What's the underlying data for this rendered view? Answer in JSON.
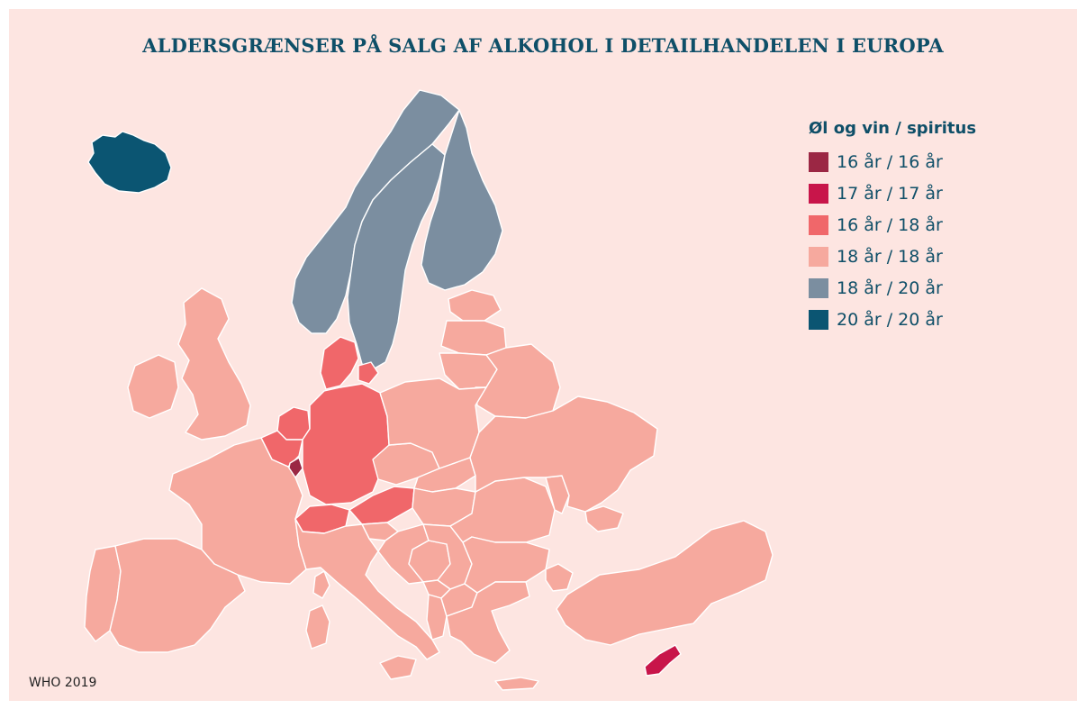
{
  "title": "ALDERSGRÆNSER PÅ SALG AF ALKOHOL I DETAILHANDELEN I EUROPA",
  "legend": {
    "title": "Øl og vin / spiritus",
    "items": [
      {
        "label": "16 år / 16 år",
        "color": "#9b2744"
      },
      {
        "label": "17 år / 17 år",
        "color": "#c8154a"
      },
      {
        "label": "16 år / 18 år",
        "color": "#f0676a"
      },
      {
        "label": "18 år / 18 år",
        "color": "#f6a99e"
      },
      {
        "label": "18 år / 20 år",
        "color": "#7b8ea0"
      },
      {
        "label": "20 år / 20 år",
        "color": "#0b5572"
      }
    ]
  },
  "colors": {
    "background": "#fde5e1",
    "title": "#0f4f68",
    "border": "#ffffff"
  },
  "countries": [
    {
      "name": "Iceland",
      "category": "20 år / 20 år",
      "color": "#0b5572"
    },
    {
      "name": "Norway",
      "category": "18 år / 20 år",
      "color": "#7b8ea0"
    },
    {
      "name": "Sweden",
      "category": "18 år / 20 år",
      "color": "#7b8ea0"
    },
    {
      "name": "Finland",
      "category": "18 år / 20 år",
      "color": "#7b8ea0"
    },
    {
      "name": "Denmark",
      "category": "16 år / 18 år",
      "color": "#f0676a"
    },
    {
      "name": "Germany",
      "category": "16 år / 18 år",
      "color": "#f0676a"
    },
    {
      "name": "Netherlands",
      "category": "16 år / 18 år",
      "color": "#f0676a"
    },
    {
      "name": "Belgium",
      "category": "16 år / 18 år",
      "color": "#f0676a"
    },
    {
      "name": "Switzerland",
      "category": "16 år / 18 år",
      "color": "#f0676a"
    },
    {
      "name": "Austria",
      "category": "16 år / 18 år",
      "color": "#f0676a"
    },
    {
      "name": "Luxembourg",
      "category": "16 år / 16 år",
      "color": "#9b2744"
    },
    {
      "name": "Cyprus",
      "category": "17 år / 17 år",
      "color": "#c8154a"
    },
    {
      "name": "Ireland",
      "category": "18 år / 18 år",
      "color": "#f6a99e"
    },
    {
      "name": "United Kingdom",
      "category": "18 år / 18 år",
      "color": "#f6a99e"
    },
    {
      "name": "France",
      "category": "18 år / 18 år",
      "color": "#f6a99e"
    },
    {
      "name": "Spain",
      "category": "18 år / 18 år",
      "color": "#f6a99e"
    },
    {
      "name": "Portugal",
      "category": "18 år / 18 år",
      "color": "#f6a99e"
    },
    {
      "name": "Italy",
      "category": "18 år / 18 år",
      "color": "#f6a99e"
    },
    {
      "name": "Poland",
      "category": "18 år / 18 år",
      "color": "#f6a99e"
    },
    {
      "name": "Czechia",
      "category": "18 år / 18 år",
      "color": "#f6a99e"
    },
    {
      "name": "Slovakia",
      "category": "18 år / 18 år",
      "color": "#f6a99e"
    },
    {
      "name": "Hungary",
      "category": "18 år / 18 år",
      "color": "#f6a99e"
    },
    {
      "name": "Slovenia",
      "category": "18 år / 18 år",
      "color": "#f6a99e"
    },
    {
      "name": "Croatia",
      "category": "18 år / 18 år",
      "color": "#f6a99e"
    },
    {
      "name": "Bosnia and Herzegovina",
      "category": "18 år / 18 år",
      "color": "#f6a99e"
    },
    {
      "name": "Serbia",
      "category": "18 år / 18 år",
      "color": "#f6a99e"
    },
    {
      "name": "Montenegro",
      "category": "18 år / 18 år",
      "color": "#f6a99e"
    },
    {
      "name": "Albania",
      "category": "18 år / 18 år",
      "color": "#f6a99e"
    },
    {
      "name": "North Macedonia",
      "category": "18 år / 18 år",
      "color": "#f6a99e"
    },
    {
      "name": "Greece",
      "category": "18 år / 18 år",
      "color": "#f6a99e"
    },
    {
      "name": "Bulgaria",
      "category": "18 år / 18 år",
      "color": "#f6a99e"
    },
    {
      "name": "Romania",
      "category": "18 år / 18 år",
      "color": "#f6a99e"
    },
    {
      "name": "Moldova",
      "category": "18 år / 18 år",
      "color": "#f6a99e"
    },
    {
      "name": "Ukraine",
      "category": "18 år / 18 år",
      "color": "#f6a99e"
    },
    {
      "name": "Belarus",
      "category": "18 år / 18 år",
      "color": "#f6a99e"
    },
    {
      "name": "Lithuania",
      "category": "18 år / 18 år",
      "color": "#f6a99e"
    },
    {
      "name": "Latvia",
      "category": "18 år / 18 år",
      "color": "#f6a99e"
    },
    {
      "name": "Estonia",
      "category": "18 år / 18 år",
      "color": "#f6a99e"
    },
    {
      "name": "Turkey",
      "category": "18 år / 18 år",
      "color": "#f6a99e"
    }
  ],
  "source": "WHO 2019"
}
